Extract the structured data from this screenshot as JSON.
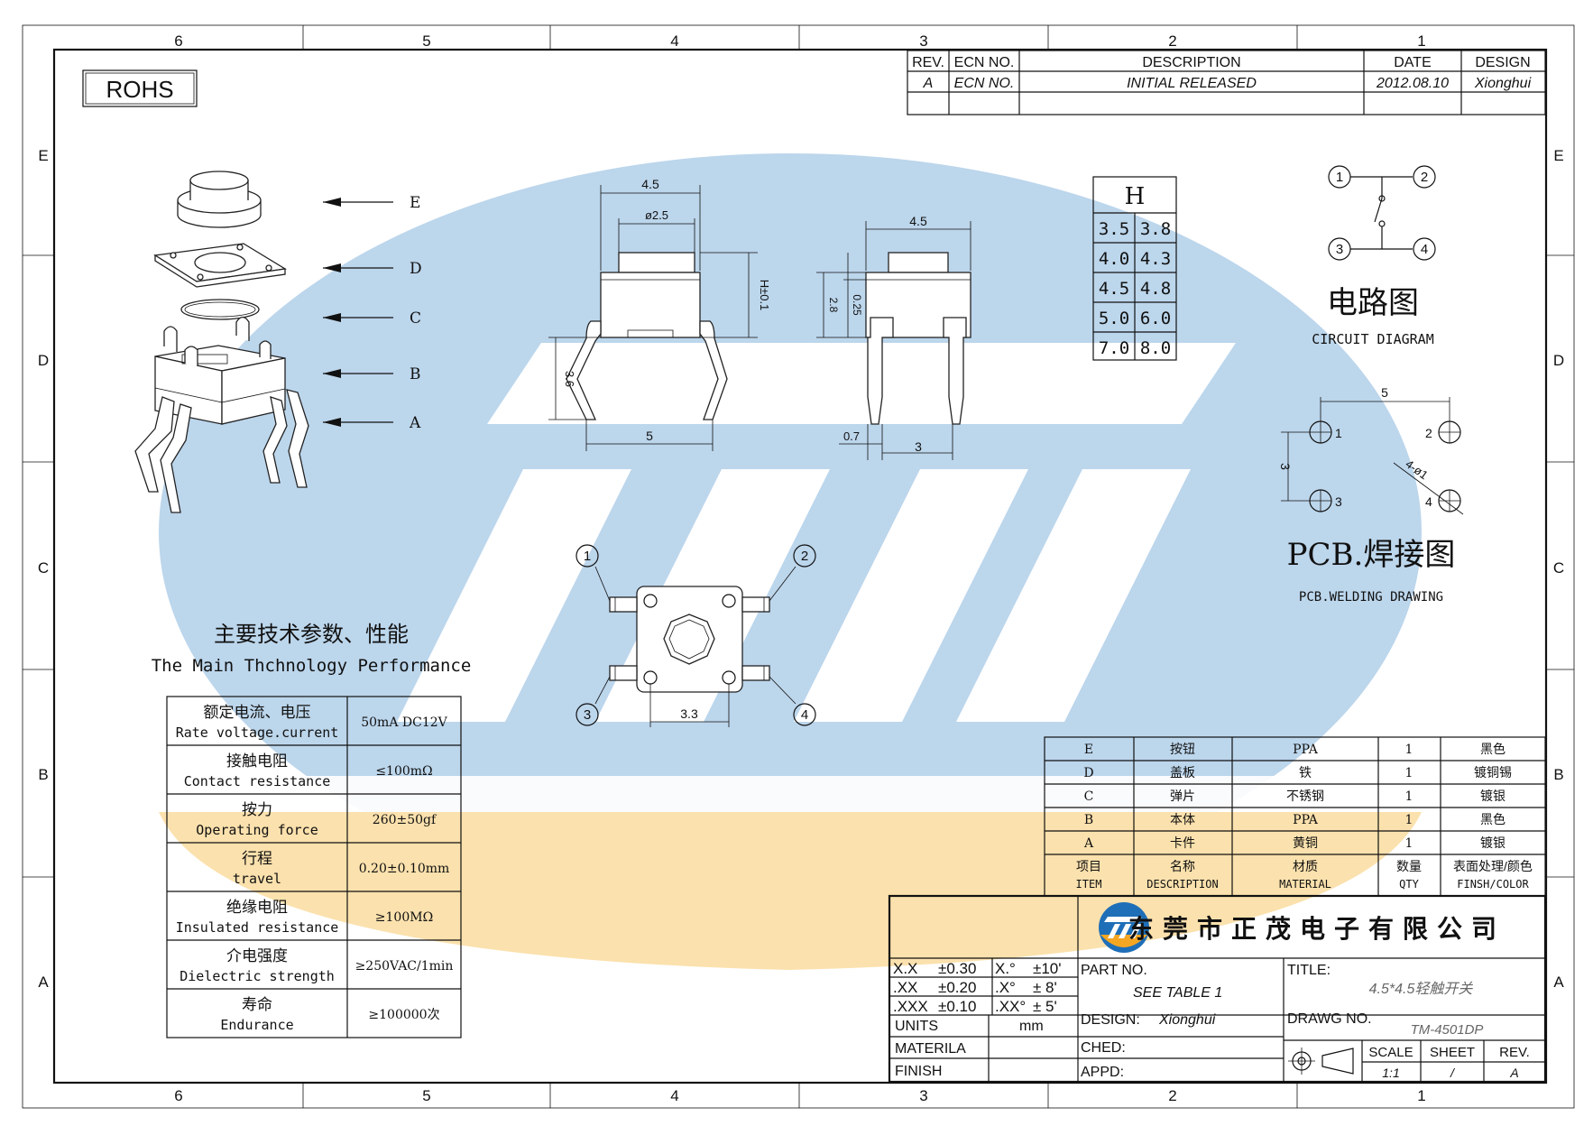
{
  "frame": {
    "columns_top": [
      "6",
      "5",
      "4",
      "3",
      "2",
      "1"
    ],
    "columns_bottom": [
      "6",
      "5",
      "4",
      "3",
      "2",
      "1"
    ],
    "rows_left": [
      "E",
      "D",
      "C",
      "B",
      "A"
    ],
    "rows_right": [
      "E",
      "D",
      "C",
      "B",
      "A"
    ]
  },
  "rohs_label": "ROHS",
  "revision_table": {
    "headers": {
      "rev": "REV.",
      "ecn": "ECN NO.",
      "description": "DESCRIPTION",
      "date": "DATE",
      "design": "DESIGN"
    },
    "row": {
      "rev": "A",
      "ecn": "ECN NO.",
      "description": "INITIAL RELEASED",
      "date": "2012.08.10",
      "design": "Xionghui"
    }
  },
  "exploded_view": {
    "labels": [
      "E",
      "D",
      "C",
      "B",
      "A"
    ]
  },
  "front_view": {
    "dims": {
      "top_width": "4.5",
      "cap_dia": "ø2.5",
      "height": "H±0.1",
      "leg_length": "3.6",
      "pitch": "5"
    }
  },
  "side_view": {
    "dims": {
      "top_width": "4.5",
      "body_height": "2.8",
      "offset": "0.25",
      "leg_width": "0.7",
      "leg_pitch": "3"
    }
  },
  "h_table": {
    "header": "H",
    "rows": [
      [
        "3.5",
        "3.8"
      ],
      [
        "4.0",
        "4.3"
      ],
      [
        "4.5",
        "4.8"
      ],
      [
        "5.0",
        "6.0"
      ],
      [
        "7.0",
        "8.0"
      ]
    ]
  },
  "circuit": {
    "pins": [
      "1",
      "2",
      "3",
      "4"
    ],
    "title_cn": "电路图",
    "title_en": "CIRCUIT DIAGRAM"
  },
  "pcb": {
    "dim_x": "5",
    "dim_y": "3",
    "hole": "4-ø1",
    "pins": [
      "1",
      "2",
      "3",
      "4"
    ],
    "title_cn": "PCB.焊接图",
    "title_en": "PCB.WELDING DRAWING"
  },
  "bottom_view": {
    "pins": [
      "1",
      "2",
      "3",
      "4"
    ],
    "dim": "3.3"
  },
  "performance": {
    "title_cn": "主要技术参数、性能",
    "title_en": "The Main Thchnology Performance",
    "rows": [
      {
        "cn": "额定电流、电压",
        "en": "Rate voltage.current",
        "value": "50mA DC12V"
      },
      {
        "cn": "接触电阻",
        "en": "Contact resistance",
        "value": "≤100mΩ"
      },
      {
        "cn": "按力",
        "en": "Operating force",
        "value": "260±50gf"
      },
      {
        "cn": "行程",
        "en": "travel",
        "value": "0.20±0.10mm"
      },
      {
        "cn": "绝缘电阻",
        "en": "Insulated resistance",
        "value": "≥100MΩ"
      },
      {
        "cn": "介电强度",
        "en": "Dielectric strength",
        "value": "≥250VAC/1min"
      },
      {
        "cn": "寿命",
        "en": "Endurance",
        "value": "≥100000次"
      }
    ]
  },
  "bom": {
    "rows": [
      {
        "item": "E",
        "desc": "按钮",
        "material": "PPA",
        "qty": "1",
        "finish": "黑色"
      },
      {
        "item": "D",
        "desc": "盖板",
        "material": "铁",
        "qty": "1",
        "finish": "镀铜锡"
      },
      {
        "item": "C",
        "desc": "弹片",
        "material": "不锈钢",
        "qty": "1",
        "finish": "镀银"
      },
      {
        "item": "B",
        "desc": "本体",
        "material": "PPA",
        "qty": "1",
        "finish": "黑色"
      },
      {
        "item": "A",
        "desc": "卡件",
        "material": "黄铜",
        "qty": "1",
        "finish": "镀银"
      }
    ],
    "header": {
      "item_cn": "项目",
      "item_en": "ITEM",
      "desc_cn": "名称",
      "desc_en": "DESCRIPTION",
      "material_cn": "材质",
      "material_en": "MATERIAL",
      "qty_cn": "数量",
      "qty_en": "QTY",
      "finish_cn": "表面处理/颜色",
      "finish_en": "FINSH/COLOR"
    }
  },
  "title_block": {
    "company": "东莞市正茂电子有限公司",
    "tolerances": [
      {
        "a": "X.X",
        "b": "±0.30",
        "c": "X.°",
        "d": "±10'"
      },
      {
        "a": ".XX",
        "b": "±0.20",
        "c": ".X°",
        "d": "± 8'"
      },
      {
        "a": ".XXX",
        "b": "±0.10",
        "c": ".XX°",
        "d": "± 5'"
      }
    ],
    "units_label": "UNITS",
    "units_value": "mm",
    "materila_label": "MATERILA",
    "finish_label": "FINISH",
    "part_no_label": "PART NO.",
    "part_no_value": "SEE TABLE 1",
    "design_label": "DESIGN:",
    "design_value": "Xionghui",
    "ched_label": "CHED:",
    "appd_label": "APPD:",
    "title_label": "TITLE:",
    "title_value": "4.5*4.5轻触开关",
    "drawg_label": "DRAWG NO.",
    "drawg_value": "TM-4501DP",
    "scale_label": "SCALE",
    "scale_value": "1:1",
    "sheet_label": "SHEET",
    "sheet_value": "/",
    "rev_label": "REV.",
    "rev_value": "A"
  },
  "colors": {
    "watermark_blue": "#bcd6ec",
    "watermark_orange": "#fbe1ad",
    "logo_blue": "#1f6fb8",
    "logo_orange": "#f5a623"
  }
}
